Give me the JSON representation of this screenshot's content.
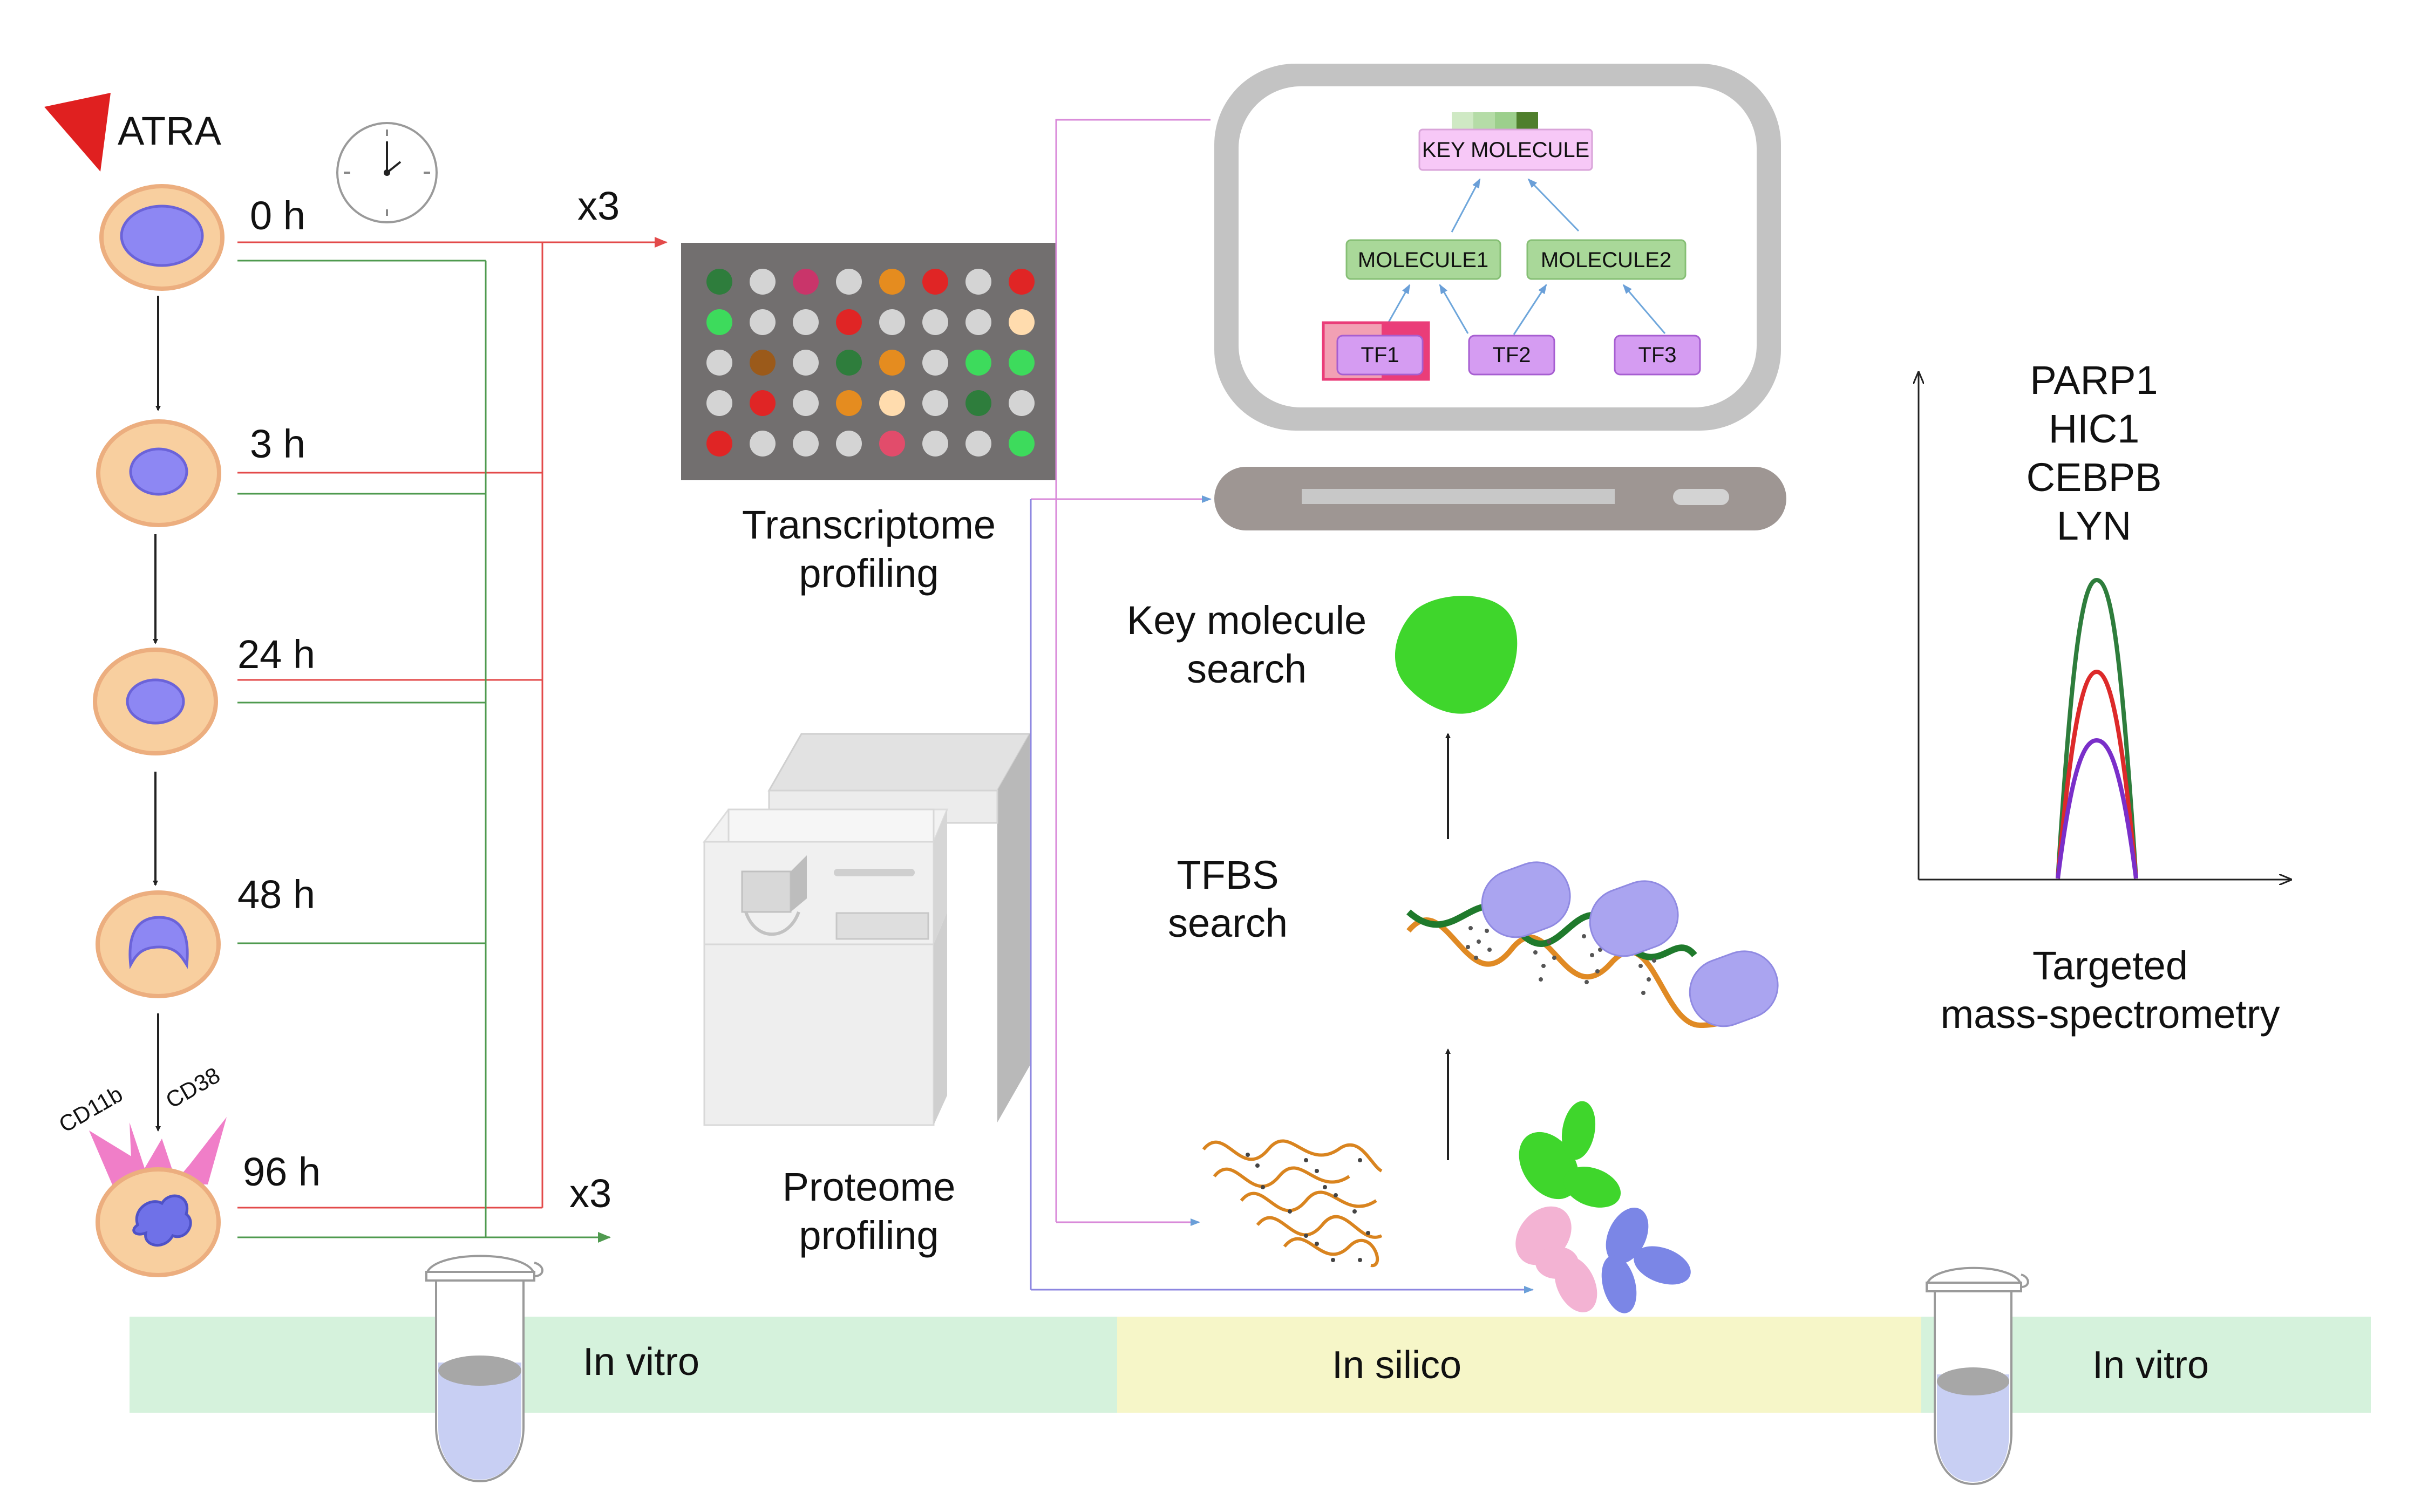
{
  "treatment": {
    "label": "ATRA"
  },
  "timepoints": [
    {
      "label": "0 h"
    },
    {
      "label": "3 h"
    },
    {
      "label": "24 h"
    },
    {
      "label": "48 h"
    },
    {
      "label": "96 h"
    }
  ],
  "replicates": {
    "top": "x3",
    "bottom": "x3"
  },
  "surface_markers": {
    "left": "CD11b",
    "right": "CD38"
  },
  "transcriptome": {
    "line1": "Transcriptome",
    "line2": "profiling"
  },
  "proteome": {
    "line1": "Proteome",
    "line2": "profiling"
  },
  "network": {
    "key": "KEY MOLECULE",
    "mol1": "MOLECULE1",
    "mol2": "MOLECULE2",
    "tf1": "TF1",
    "tf2": "TF2",
    "tf3": "TF3"
  },
  "key_search": {
    "line1": "Key molecule",
    "line2": "search"
  },
  "tfbs_search": {
    "line1": "TFBS",
    "line2": "search"
  },
  "targets": [
    "PARP1",
    "HIC1",
    "CEBPB",
    "LYN"
  ],
  "ms": {
    "line1": "Targeted",
    "line2": "mass-spectrometry"
  },
  "bands": {
    "vitro_left": "In vitro",
    "silico": "In silico",
    "vitro_right": "In vitro"
  },
  "colors": {
    "vitro_band": "#d5f2dc",
    "silico_band": "#f6f6c8",
    "transcriptome_line": "#e34a4a",
    "proteome_line": "#4f9a4f",
    "insilico_line_pink": "#d98ad9",
    "insilico_line_purple": "#8c86e0",
    "peak_green": "#2e7d3c",
    "peak_red": "#dd2a2a",
    "peak_purple": "#7a2fc9"
  }
}
